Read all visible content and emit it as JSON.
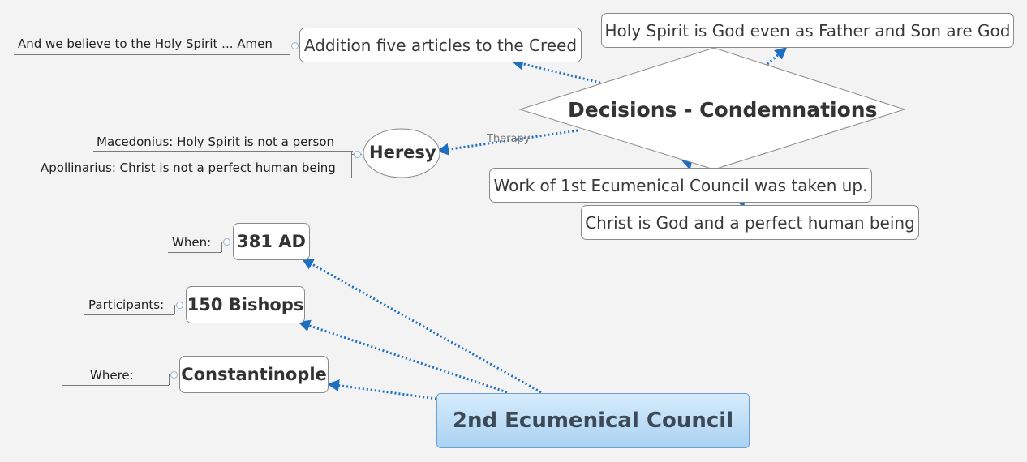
{
  "root": "2nd Ecumenical Council",
  "decisions": "Decisions - Condemnations",
  "decision_items": {
    "creed_addition": "Addition five articles to the Creed",
    "creed_note": "And we believe to the Holy Spirit ... Amen",
    "holy_spirit": "Holy Spirit is God even as Father and Son are God",
    "work_taken_up": "Work of 1st Ecumenical Council was taken up.",
    "christ": "Christ is God and a perfect human being"
  },
  "heresy": {
    "title": "Heresy",
    "relation": "Therapy",
    "items": [
      "Macedonius: Holy Spirit is not a person",
      "Apollinarius: Christ is not a perfect human being"
    ]
  },
  "facts": {
    "when_label": "When:",
    "when_value": "381 AD",
    "participants_label": "Participants:",
    "participants_value": "150 Bishops",
    "where_label": "Where:",
    "where_value": "Constantinople"
  },
  "colors": {
    "connector": "#1f6fc0",
    "root_top": "#d6ebfb",
    "root_bottom": "#aad2f2"
  }
}
